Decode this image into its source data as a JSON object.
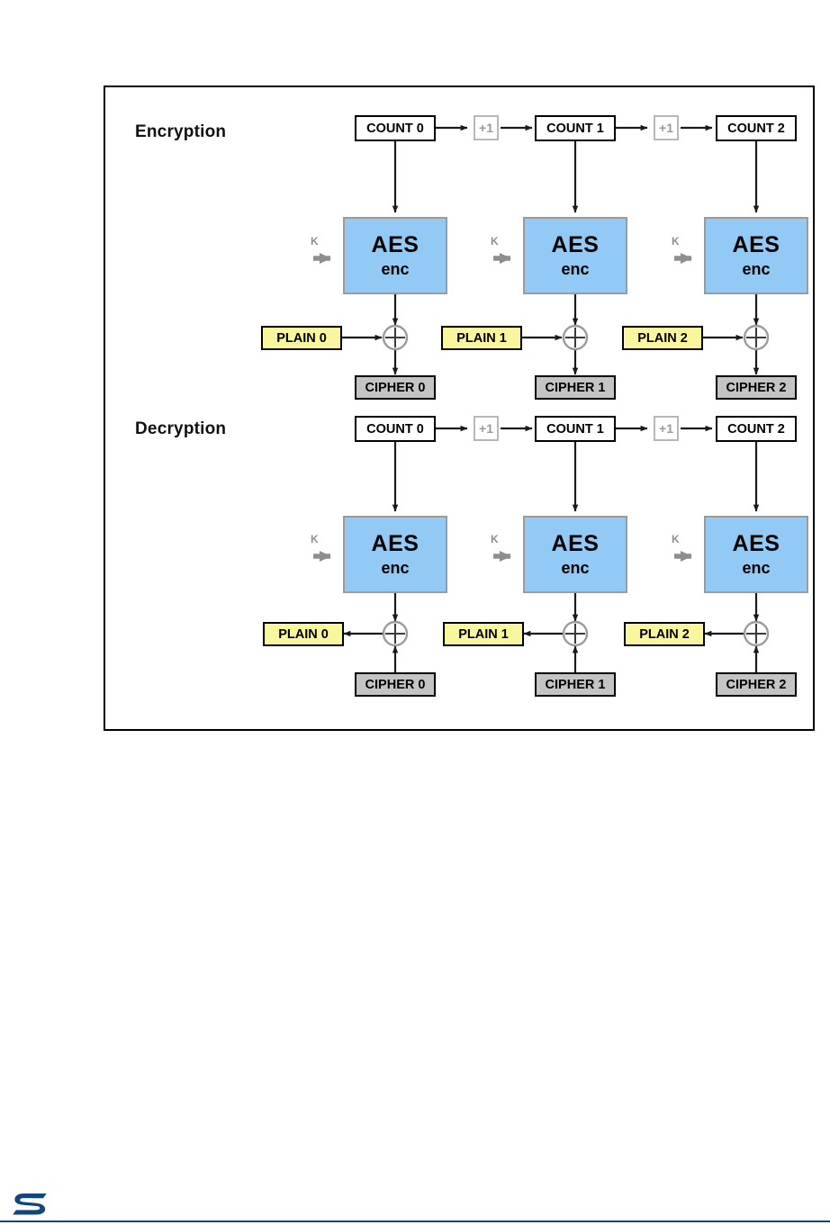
{
  "figure": {
    "type": "block-diagram",
    "title_encryption": "Encryption",
    "title_decryption": "Decryption",
    "colors": {
      "aes_fill": "#93c9f5",
      "aes_border": "#9b9b9b",
      "plain_fill": "#faf69e",
      "cipher_fill": "#c4c4c4",
      "count_fill": "#ffffff",
      "increment_border": "#b8b8b8",
      "increment_text": "#9a9a9a",
      "arrow": "#1a1a1a",
      "key_arrow": "#8e8e8e",
      "frame": "#000000",
      "logo": "#14457e"
    }
  },
  "encryption": {
    "counters": [
      "COUNT 0",
      "COUNT 1",
      "COUNT 2"
    ],
    "increments": [
      "+1",
      "+1"
    ],
    "aes_blocks": [
      {
        "main": "AES",
        "sub": "enc",
        "key_label": "K"
      },
      {
        "main": "AES",
        "sub": "enc",
        "key_label": "K"
      },
      {
        "main": "AES",
        "sub": "enc",
        "key_label": "K"
      }
    ],
    "plains": [
      "PLAIN 0",
      "PLAIN 1",
      "PLAIN 2"
    ],
    "ciphers": [
      "CIPHER 0",
      "CIPHER 1",
      "CIPHER 2"
    ],
    "xor_symbol": "XOR"
  },
  "decryption": {
    "counters": [
      "COUNT 0",
      "COUNT 1",
      "COUNT 2"
    ],
    "increments": [
      "+1",
      "+1"
    ],
    "aes_blocks": [
      {
        "main": "AES",
        "sub": "enc",
        "key_label": "K"
      },
      {
        "main": "AES",
        "sub": "enc",
        "key_label": "K"
      },
      {
        "main": "AES",
        "sub": "enc",
        "key_label": "K"
      }
    ],
    "plains": [
      "PLAIN 0",
      "PLAIN 1",
      "PLAIN 2"
    ],
    "ciphers": [
      "CIPHER 0",
      "CIPHER 1",
      "CIPHER 2"
    ],
    "xor_symbol": "XOR"
  },
  "footer": {
    "logo_name": "st-logo"
  }
}
